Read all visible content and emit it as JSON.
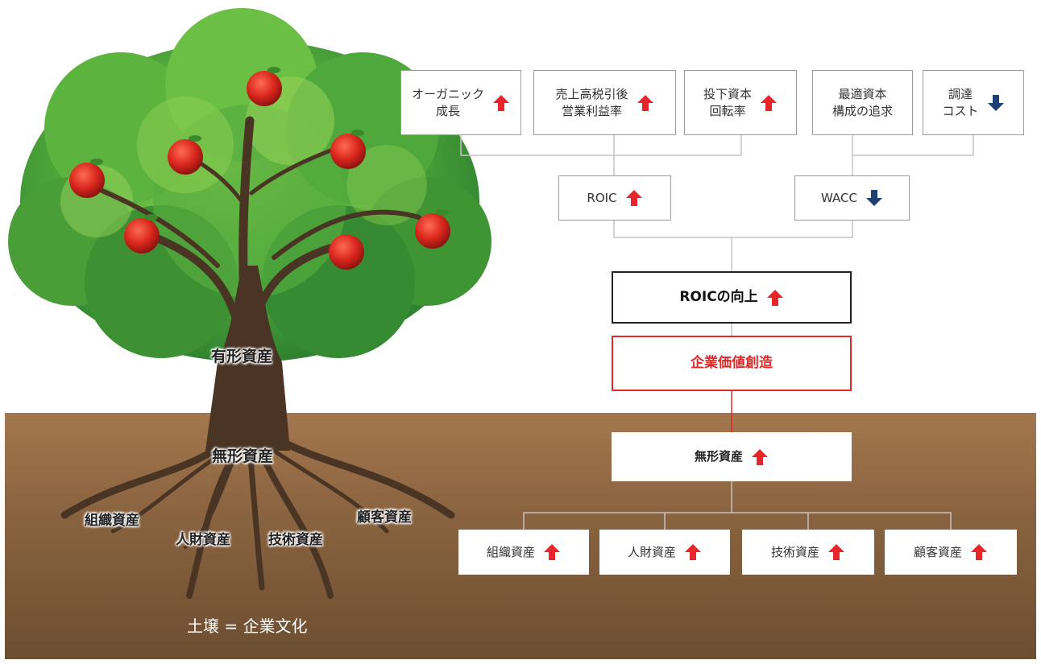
{
  "top_boxes": [
    {
      "lines": [
        "オーガニック",
        "成長"
      ],
      "arrow": "up"
    },
    {
      "lines": [
        "売上高税引後",
        "営業利益率"
      ],
      "arrow": "up"
    },
    {
      "lines": [
        "投下資本",
        "回転率"
      ],
      "arrow": "up"
    },
    {
      "lines": [
        "最適資本",
        "構成の追求"
      ],
      "arrow": "none"
    },
    {
      "lines": [
        "調達",
        "コスト"
      ],
      "arrow": "down"
    }
  ],
  "roic": {
    "label": "ROIC",
    "arrow": "up"
  },
  "wacc": {
    "label": "WACC",
    "arrow": "down"
  },
  "roic_improve": {
    "label": "ROICの向上",
    "arrow": "up"
  },
  "value_creation": {
    "label": "企業価値創造"
  },
  "intangible_box": {
    "label": "無形資産",
    "arrow": "up"
  },
  "asset_boxes": [
    {
      "label": "組織資産",
      "arrow": "up"
    },
    {
      "label": "人財資産",
      "arrow": "up"
    },
    {
      "label": "技術資産",
      "arrow": "up"
    },
    {
      "label": "顧客資産",
      "arrow": "up"
    }
  ],
  "tree": {
    "tangible": "有形資産",
    "intangible": "無形資産",
    "roots": [
      "組織資産",
      "人財資産",
      "技術資産",
      "顧客資産"
    ],
    "soil": "土壌 = 企業文化"
  },
  "colors": {
    "up_arrow": "#e8252a",
    "down_arrow": "#1d3f73",
    "value_border": "#e02a2a",
    "soil": "#8a6440"
  }
}
